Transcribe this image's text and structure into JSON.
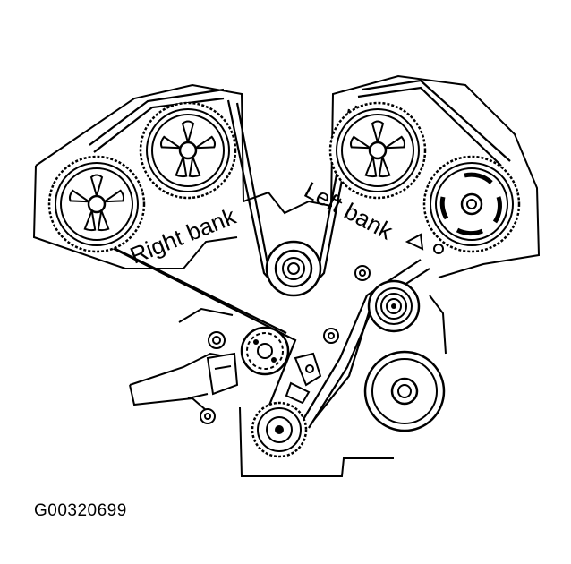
{
  "labels": {
    "right_bank": "Right bank",
    "left_bank": "Left bank"
  },
  "figure_id": "G00320699",
  "colors": {
    "ink": "#000000",
    "paper": "#ffffff"
  }
}
